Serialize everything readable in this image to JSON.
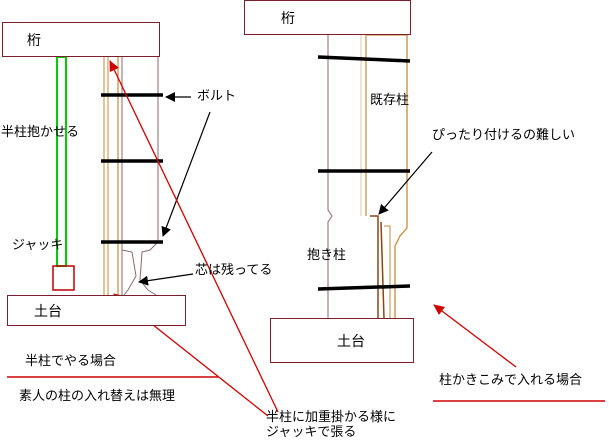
{
  "left": {
    "beam_label": "桁",
    "sill_label": "土台",
    "half_pillar_label": "半柱抱かせる",
    "jack_label": "ジャッキ",
    "bolt_label": "ボルト",
    "core_label": "芯は残ってる",
    "case_title": "半柱でやる場合",
    "case_note": "素人の柱の入れ替えは無理"
  },
  "right": {
    "beam_label": "桁",
    "sill_label": "土台",
    "existing_label": "既存柱",
    "hug_label": "抱き柱",
    "difficulty_label": "ぴったり付けるの難しい",
    "case_title": "柱かきこみで入れる場合"
  },
  "center_note": {
    "line1": "半柱に加重掛かる様に",
    "line2": "ジャッキで張る"
  },
  "colors": {
    "outline": "#7a1f2b",
    "arrow": "#d10000",
    "jack_rod": "#00cc00",
    "bolt": "#000000",
    "pillar": "#c98a3a"
  }
}
